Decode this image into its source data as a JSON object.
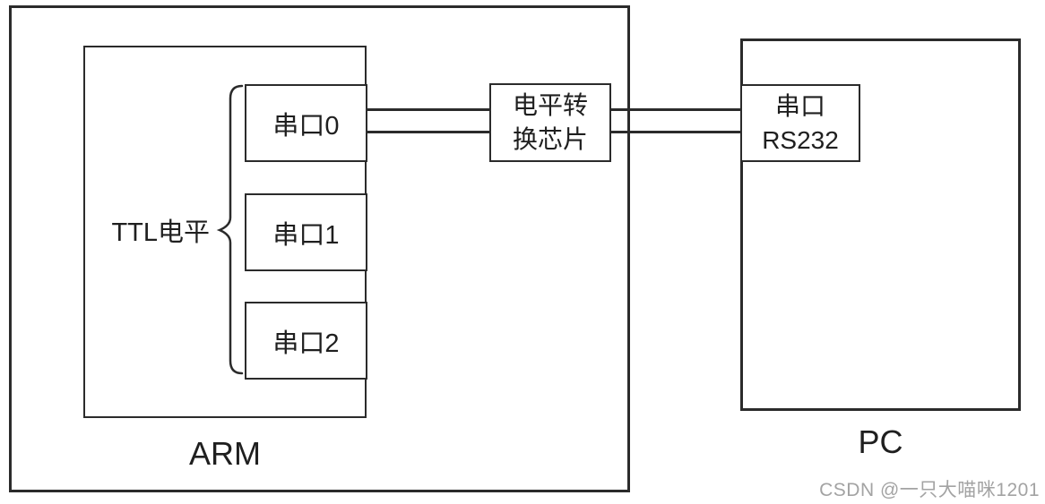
{
  "colors": {
    "line": "#2b2b2b",
    "text": "#1f1f1f",
    "watermark": "#a3a3a3",
    "background": "#ffffff"
  },
  "diagram": {
    "arm_system": {
      "chip_label": "ARM",
      "ttl_level_label": "TTL电平",
      "serial_ports": [
        {
          "label": "串口0"
        },
        {
          "label": "串口1"
        },
        {
          "label": "串口2"
        }
      ]
    },
    "level_converter": {
      "label_line1": "电平转",
      "label_line2": "换芯片"
    },
    "pc_system": {
      "label": "PC",
      "serial_port": {
        "label_line1": "串口",
        "label_line2": "RS232"
      }
    },
    "watermark": "CSDN @一只大喵咪1201"
  }
}
